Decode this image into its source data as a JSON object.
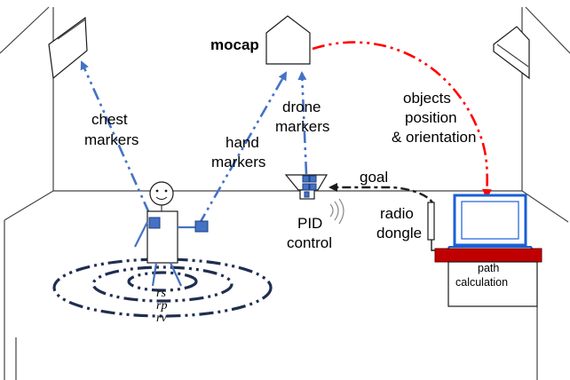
{
  "labels": {
    "mocap": "mocap",
    "chest": [
      "chest",
      "markers"
    ],
    "hand": [
      "hand",
      "markers"
    ],
    "drone": [
      "drone",
      "markers"
    ],
    "objects": [
      "objects",
      "position",
      "& orientation"
    ],
    "goal": "goal",
    "pid": [
      "PID",
      "control"
    ],
    "radio": [
      "radio",
      "dongle"
    ],
    "path": [
      "path",
      "calculation"
    ],
    "radii": [
      "rs",
      "rp",
      "rv"
    ]
  },
  "colors": {
    "marker_line": "#4472c4",
    "data_line": "#ff0000",
    "goal_line": "#1f1f1f",
    "rings": "#1f2d50",
    "laptop_screen": "#1a5fd6",
    "table_top": "#c00000"
  }
}
